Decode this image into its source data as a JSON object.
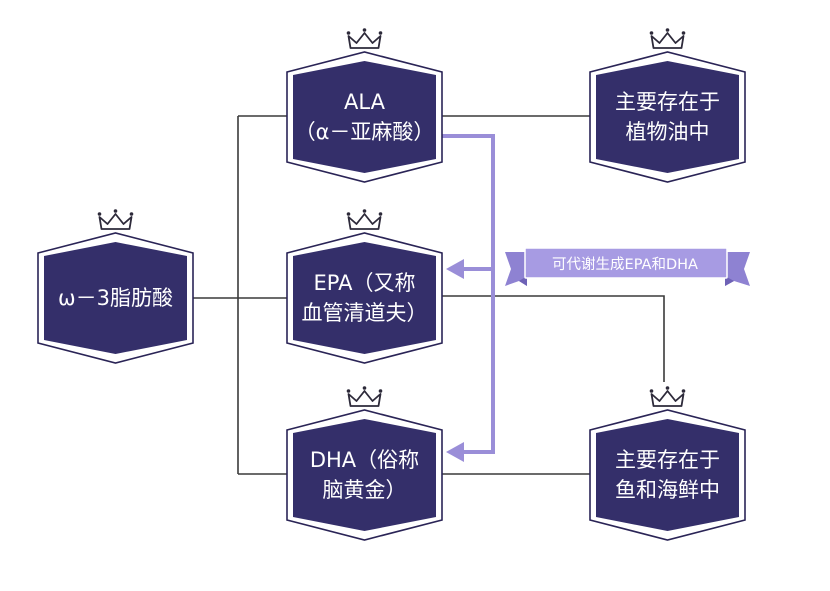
{
  "colors": {
    "box_fill": "#342f6a",
    "box_stroke": "#2a2456",
    "connector": "#3a3a3a",
    "arrow": "#9a8ed8",
    "banner": "#a79be3",
    "banner_dark": "#7f72c6"
  },
  "nodes": {
    "omega": {
      "lines": [
        "ω－3脂肪酸"
      ]
    },
    "ala": {
      "lines": [
        "ALA",
        "（α－亚麻酸）"
      ]
    },
    "epa": {
      "lines": [
        "EPA（又称",
        "血管清道夫）"
      ]
    },
    "dha": {
      "lines": [
        "DHA（俗称",
        "脑黄金）"
      ]
    },
    "plant": {
      "lines": [
        "主要存在于",
        "植物油中"
      ]
    },
    "fish": {
      "lines": [
        "主要存在于",
        "鱼和海鲜中"
      ]
    }
  },
  "banner": {
    "text": "可代谢生成EPA和DHA"
  },
  "icons": {
    "node_ornament": "crown-icon"
  }
}
